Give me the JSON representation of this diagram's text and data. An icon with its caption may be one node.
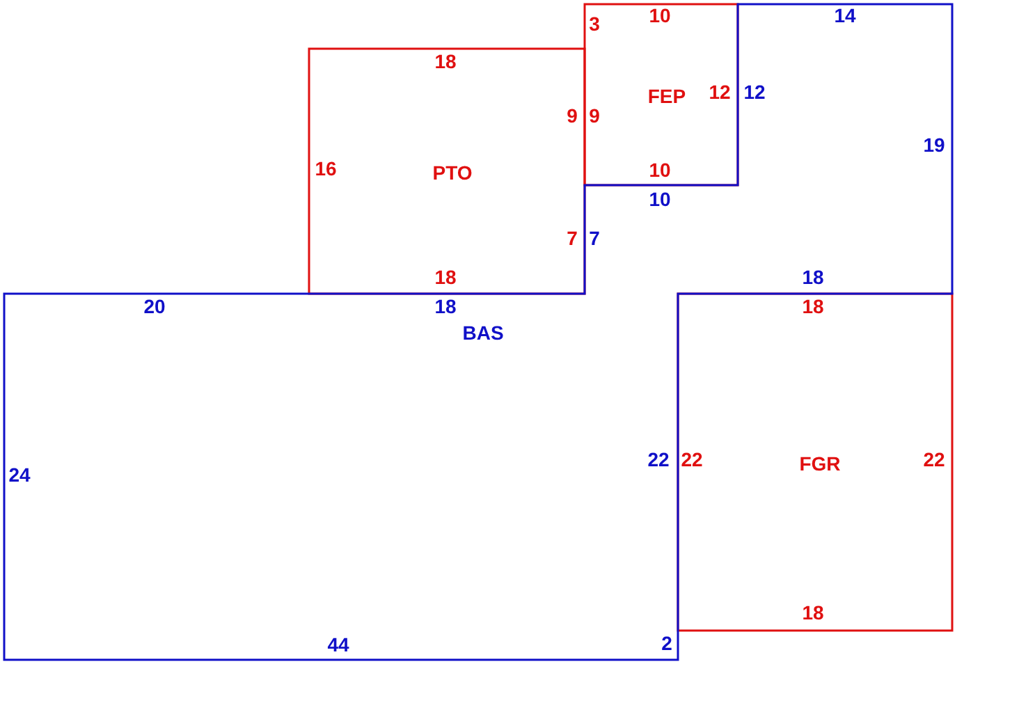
{
  "diagram": {
    "nodes": [
      {
        "text": [
          "FEP"
        ]
      },
      {
        "text": [
          "PTO"
        ]
      },
      {
        "text": [
          "BAS"
        ]
      },
      {
        "text": [
          "FGR"
        ]
      }
    ],
    "labels": [
      "3",
      "10",
      "14",
      "18",
      "12",
      "12",
      "9",
      "9",
      "19",
      "16",
      "10",
      "10",
      "7",
      "7",
      "18",
      "18",
      "20",
      "18",
      "18",
      "22",
      "22",
      "22",
      "24",
      "18",
      "44",
      "2"
    ]
  }
}
